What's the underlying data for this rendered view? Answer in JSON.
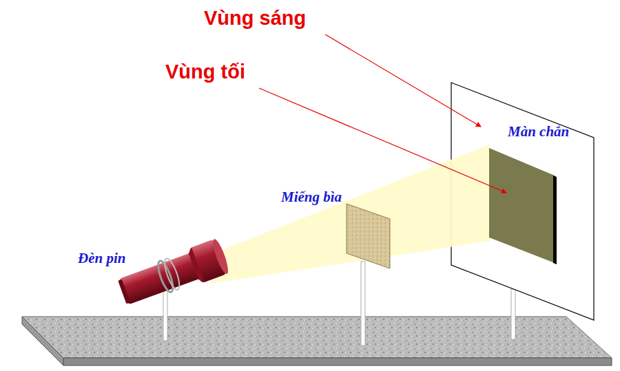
{
  "diagram": {
    "labels": [
      "Vùng sáng",
      "Vùng tối",
      "Màn chắn",
      "Miếng bìa",
      "Đèn pin"
    ]
  }
}
